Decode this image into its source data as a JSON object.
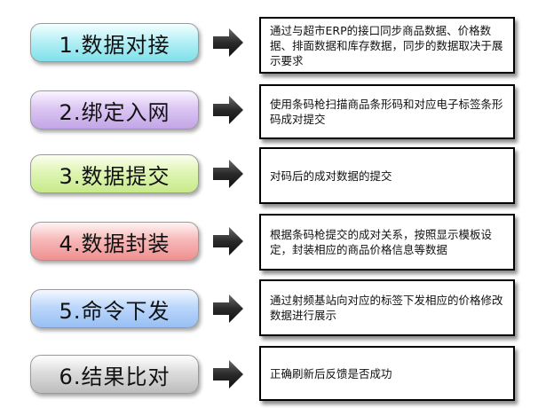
{
  "steps": [
    {
      "label": "1.数据对接",
      "color": "#b7f0f6",
      "description": "通过与超市ERP的接口同步商品数据、价格数据、排面数据和库存数据，同步的数据取决于展示要求"
    },
    {
      "label": "2.绑定入网",
      "color": "#dcc6f3",
      "description": "使用条码枪扫描商品条形码和对应电子标签条形码成对提交"
    },
    {
      "label": "3.数据提交",
      "color": "#dff5b4",
      "description": "对码后的成对数据的提交"
    },
    {
      "label": "4.数据封装",
      "color": "#f7b9b9",
      "description": "根据条码枪提交的成对关系，按照显示模板设定，封装相应的商品价格信息等数据"
    },
    {
      "label": "5.命令下发",
      "color": "#bcd7fb",
      "description": "通过射频基站向对应的标签下发相应的价格修改数据进行展示"
    },
    {
      "label": "6.结果比对",
      "color": "#dcdcdc",
      "description": "正确刷新后反馈是否成功"
    }
  ],
  "arrow_icon": "right-arrow-icon",
  "arrow_color": "#2a2a2a"
}
